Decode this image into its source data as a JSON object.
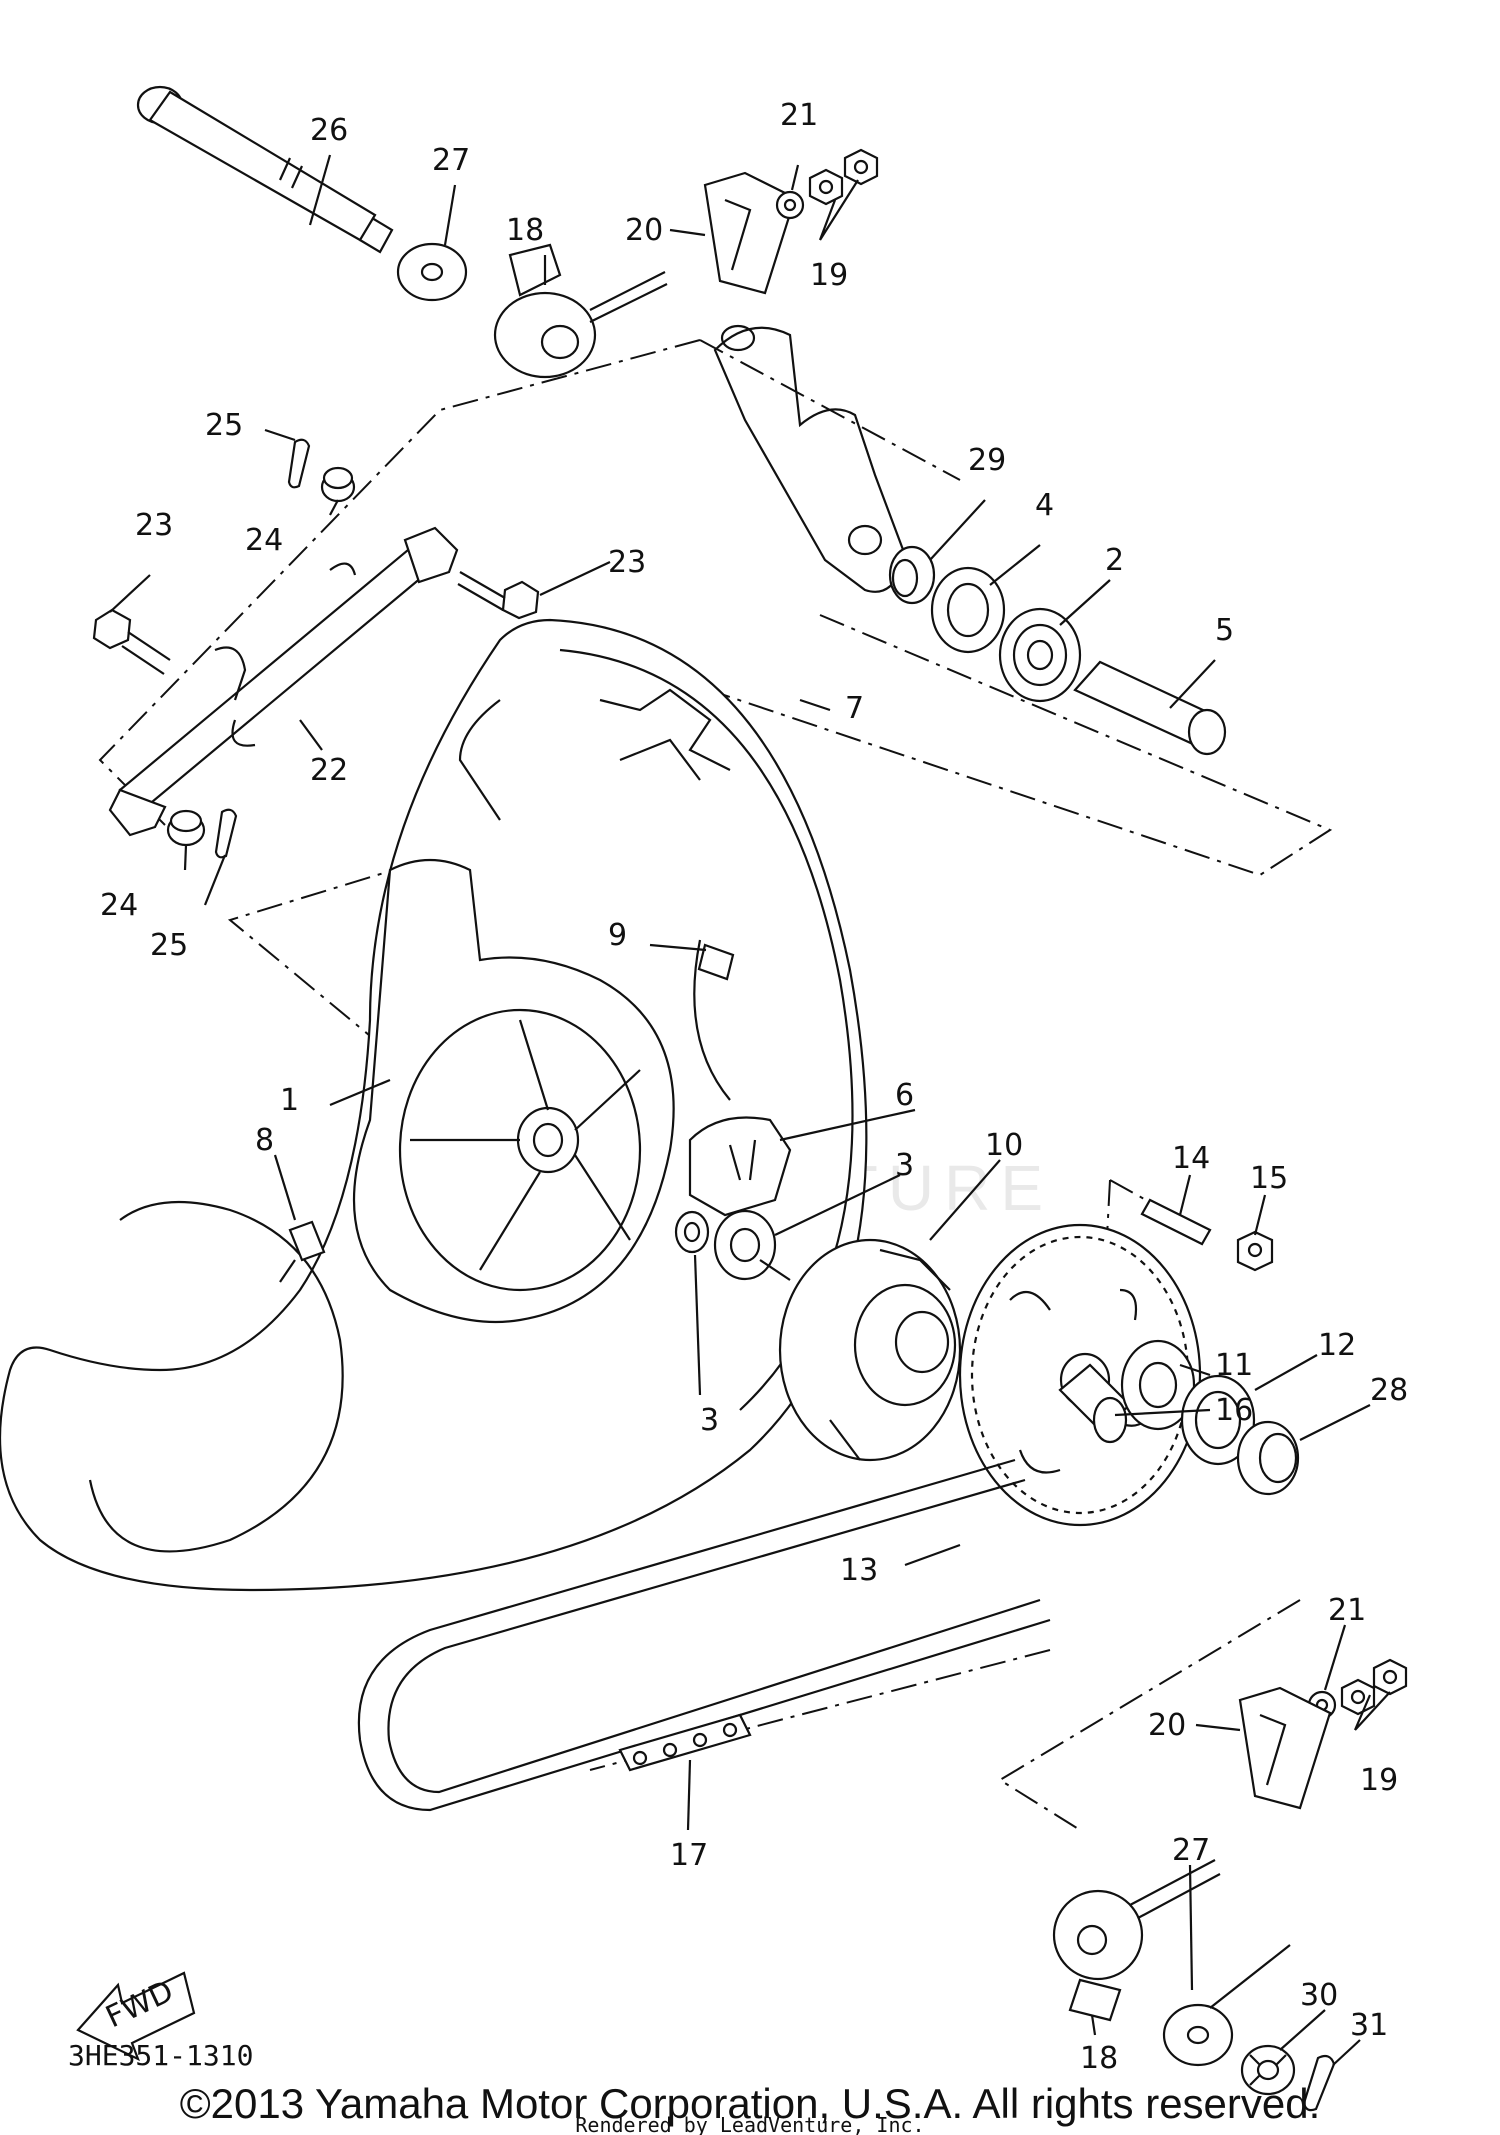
{
  "diagram": {
    "part_labels": [
      {
        "id": "1",
        "text": "1"
      },
      {
        "id": "2",
        "text": "2"
      },
      {
        "id": "3a",
        "text": "3"
      },
      {
        "id": "3b",
        "text": "3"
      },
      {
        "id": "4",
        "text": "4"
      },
      {
        "id": "5",
        "text": "5"
      },
      {
        "id": "6",
        "text": "6"
      },
      {
        "id": "7",
        "text": "7"
      },
      {
        "id": "8",
        "text": "8"
      },
      {
        "id": "9",
        "text": "9"
      },
      {
        "id": "10",
        "text": "10"
      },
      {
        "id": "11",
        "text": "11"
      },
      {
        "id": "12",
        "text": "12"
      },
      {
        "id": "13",
        "text": "13"
      },
      {
        "id": "14",
        "text": "14"
      },
      {
        "id": "15",
        "text": "15"
      },
      {
        "id": "16",
        "text": "16"
      },
      {
        "id": "17",
        "text": "17"
      },
      {
        "id": "18a",
        "text": "18"
      },
      {
        "id": "18b",
        "text": "18"
      },
      {
        "id": "19a",
        "text": "19"
      },
      {
        "id": "19b",
        "text": "19"
      },
      {
        "id": "20a",
        "text": "20"
      },
      {
        "id": "20b",
        "text": "20"
      },
      {
        "id": "21a",
        "text": "21"
      },
      {
        "id": "21b",
        "text": "21"
      },
      {
        "id": "22",
        "text": "22"
      },
      {
        "id": "23a",
        "text": "23"
      },
      {
        "id": "23b",
        "text": "23"
      },
      {
        "id": "24a",
        "text": "24"
      },
      {
        "id": "24b",
        "text": "24"
      },
      {
        "id": "25a",
        "text": "25"
      },
      {
        "id": "25b",
        "text": "25"
      },
      {
        "id": "26",
        "text": "26"
      },
      {
        "id": "27a",
        "text": "27"
      },
      {
        "id": "27b",
        "text": "27"
      },
      {
        "id": "28",
        "text": "28"
      },
      {
        "id": "29",
        "text": "29"
      },
      {
        "id": "30",
        "text": "30"
      },
      {
        "id": "31",
        "text": "31"
      }
    ],
    "fwd_label": "FWD",
    "diagram_code": "3HE351-1310",
    "watermark": "LEADVENTURE",
    "copyright": "©2013 Yamaha Motor Corporation, U.S.A. All rights reserved.",
    "rendered_by": "Rendered by LeadVenture, Inc."
  }
}
